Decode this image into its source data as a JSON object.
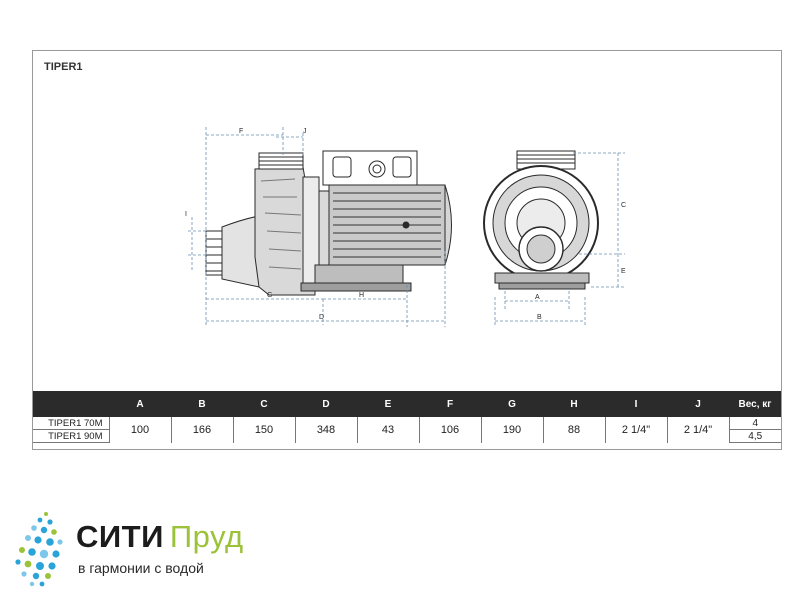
{
  "sheet": {
    "title": "TIPER1"
  },
  "dimension_labels": {
    "A": "A",
    "B": "B",
    "C": "C",
    "D": "D",
    "E": "E",
    "F": "F",
    "G": "G",
    "H": "H",
    "I": "I",
    "J": "J"
  },
  "table": {
    "headers": [
      "A",
      "B",
      "C",
      "D",
      "E",
      "F",
      "G",
      "H",
      "I",
      "J",
      "Вес, кг"
    ],
    "models": [
      "TIPER1 70M",
      "TIPER1 90M"
    ],
    "shared_values": [
      "100",
      "166",
      "150",
      "348",
      "43",
      "106",
      "190",
      "88",
      "2  1/4\"",
      "2  1/4\""
    ],
    "weights": [
      "4",
      "4,5"
    ]
  },
  "logo": {
    "brand_primary": "СИТИ",
    "brand_secondary": "Пруд",
    "tagline": "в гармонии с водой",
    "colors": {
      "primary": "#1c1c1c",
      "secondary": "#9cc23a",
      "drops": "#2aa3d8"
    }
  }
}
